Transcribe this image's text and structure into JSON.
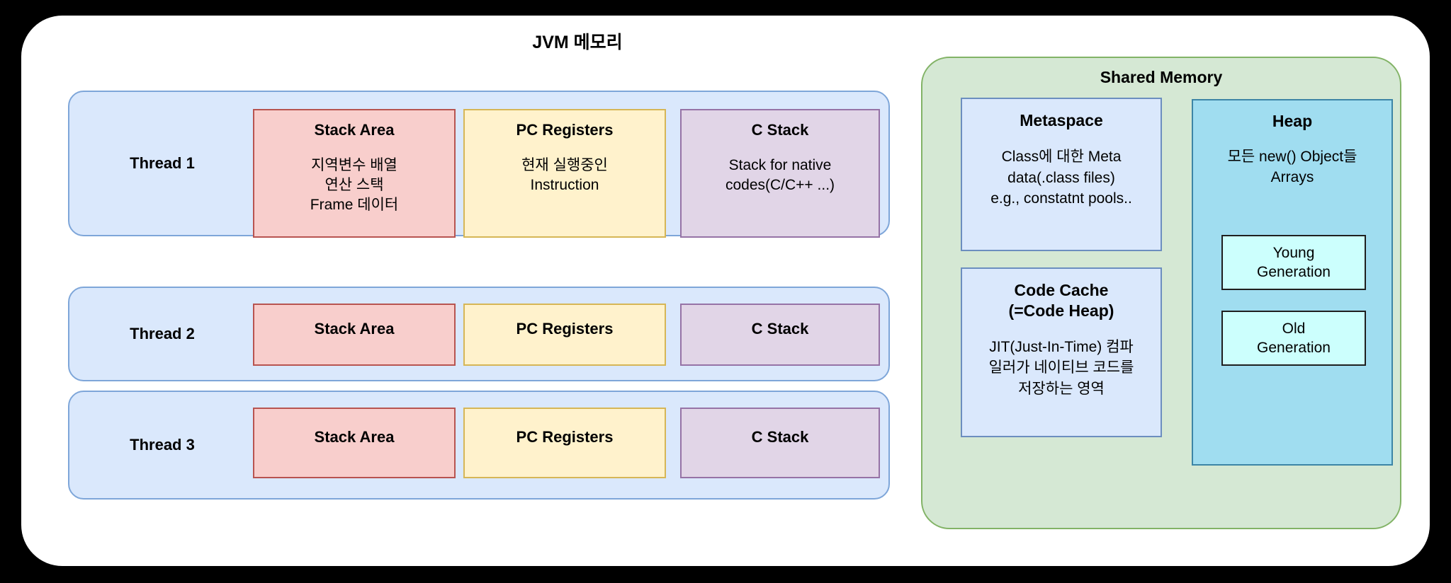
{
  "diagram": {
    "title": "JVM 메모리",
    "threads": [
      {
        "label": "Thread 1",
        "boxes": [
          {
            "title": "Stack Area",
            "desc": "지역변수 배열\n연산 스택\nFrame 데이터"
          },
          {
            "title": "PC Registers",
            "desc": "현재 실행중인\nInstruction"
          },
          {
            "title": "C Stack",
            "desc": "Stack for native\ncodes(C/C++ ...)"
          }
        ]
      },
      {
        "label": "Thread 2",
        "boxes": [
          {
            "title": "Stack Area",
            "desc": ""
          },
          {
            "title": "PC Registers",
            "desc": ""
          },
          {
            "title": "C Stack",
            "desc": ""
          }
        ]
      },
      {
        "label": "Thread 3",
        "boxes": [
          {
            "title": "Stack Area",
            "desc": ""
          },
          {
            "title": "PC Registers",
            "desc": ""
          },
          {
            "title": "C Stack",
            "desc": ""
          }
        ]
      }
    ],
    "shared_memory": {
      "title": "Shared Memory",
      "metaspace": {
        "title": "Metaspace",
        "desc": "Class에 대한 Meta\ndata(.class files)\ne.g., constatnt pools.."
      },
      "code_cache": {
        "title": "Code Cache\n(=Code Heap)",
        "desc": "JIT(Just-In-Time) 컴파\n일러가 네이티브 코드를\n저장하는 영역"
      },
      "heap": {
        "title": "Heap",
        "desc": "모든 new() Object들\nArrays",
        "young_generation": "Young\nGeneration",
        "old_generation": "Old\nGeneration"
      }
    },
    "colors": {
      "background": "#000000",
      "panel": "#ffffff",
      "thread_fill": "#dae8fc",
      "thread_border": "#7ea6d9",
      "stack_area_fill": "#f8cecc",
      "stack_area_border": "#b85450",
      "pc_registers_fill": "#fff2cc",
      "pc_registers_border": "#d6b656",
      "c_stack_fill": "#e1d5e7",
      "c_stack_border": "#9673a6",
      "shared_fill": "#d5e8d4",
      "shared_border": "#82b366",
      "metaspace_fill": "#dae8fc",
      "metaspace_border": "#6c8ebf",
      "heap_fill": "#a0ddf0",
      "heap_border": "#3d85a6",
      "generation_fill": "#ccfffd",
      "generation_border": "#1f1f1f"
    }
  }
}
